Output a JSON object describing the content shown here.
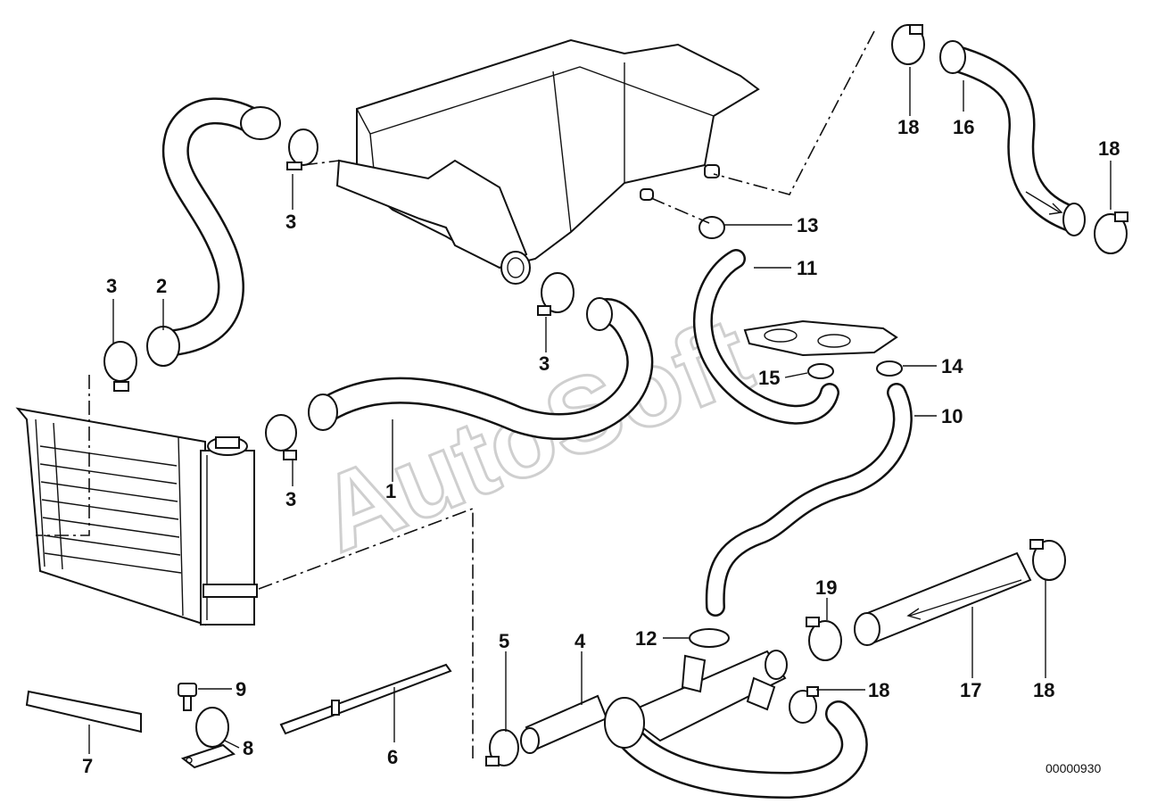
{
  "watermark": "AutoSoft",
  "diagram_ref": "00000930",
  "labels": {
    "l1": "1",
    "l2": "2",
    "l3a": "3",
    "l3b": "3",
    "l3c": "3",
    "l3d": "3",
    "l4": "4",
    "l5": "5",
    "l6": "6",
    "l7": "7",
    "l8": "8",
    "l9": "9",
    "l10": "10",
    "l11": "11",
    "l12": "12",
    "l13": "13",
    "l14": "14",
    "l15": "15",
    "l16": "16",
    "l17": "17",
    "l18a": "18",
    "l18b": "18",
    "l18c": "18",
    "l18d": "18",
    "l19": "19"
  }
}
